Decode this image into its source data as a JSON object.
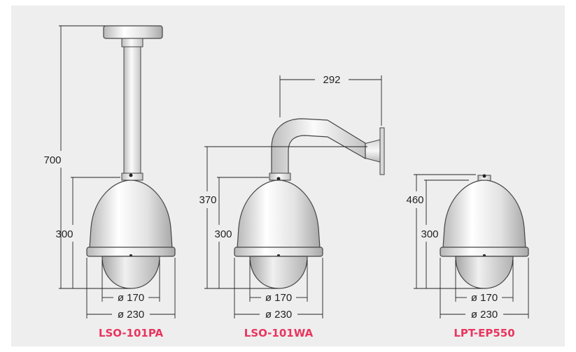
{
  "colors": {
    "panel": "#eeeeee",
    "label": "#e8355f",
    "line": "#222222"
  },
  "models": [
    {
      "name": "LSO-101PA",
      "mount": "pendant-pipe-mount",
      "dimensions": {
        "total_height": "700",
        "housing_height": "300",
        "dome_diameter": "ø 170",
        "housing_diameter": "ø 230"
      }
    },
    {
      "name": "LSO-101WA",
      "mount": "wall-bracket-mount",
      "dimensions": {
        "arm_reach": "292",
        "total_height": "370",
        "housing_height": "300",
        "dome_diameter": "ø 170",
        "housing_diameter": "ø 230"
      }
    },
    {
      "name": "LPT-EP550",
      "mount": "direct-mount",
      "dimensions": {
        "total_height": "460",
        "housing_height": "300",
        "dome_diameter": "ø 170",
        "housing_diameter": "ø 230"
      }
    }
  ]
}
